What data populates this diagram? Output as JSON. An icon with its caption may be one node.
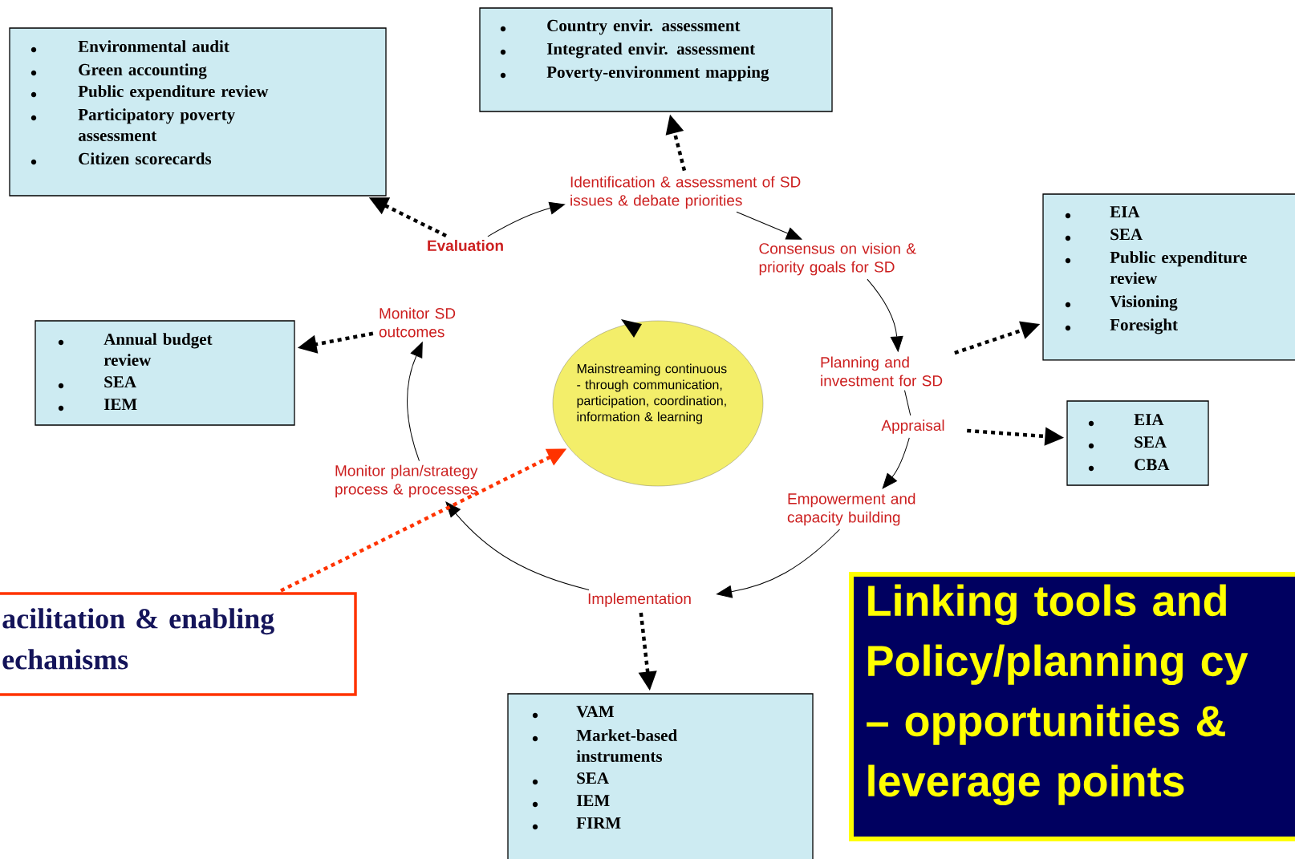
{
  "diagram": {
    "title": "Linking tools and Policy/planning cy – opportunities & leverage points",
    "nodes": [
      {
        "text": [
          "Environmental audit",
          "Green accounting",
          "Public expenditure review",
          "Participatory poverty assessment",
          "Citizen scorecards"
        ]
      },
      {
        "text": [
          "Country envir. assessment",
          "Integrated envir. assessment",
          "Poverty-environment mapping"
        ]
      },
      {
        "text": [
          "Identification & assessment of SD issues & debate priorities"
        ]
      },
      {
        "text": [
          "Evaluation"
        ]
      },
      {
        "text": [
          "Consensus on vision & priority goals for SD"
        ]
      },
      {
        "text": [
          "EIA",
          "SEA",
          "Public expenditure review",
          "Visioning",
          "Foresight"
        ]
      },
      {
        "text": [
          "Monitor SD outcomes"
        ]
      },
      {
        "text": [
          "Annual budget review",
          "SEA",
          "IEM"
        ]
      },
      {
        "text": [
          "Mainstreaming continuous - through communication, participation, coordination, information & learning"
        ]
      },
      {
        "text": [
          "Planning and investment for SD"
        ]
      },
      {
        "text": [
          "Appraisal"
        ]
      },
      {
        "text": [
          "EIA",
          "SEA",
          "CBA"
        ]
      },
      {
        "text": [
          "Monitor plan/strategy process & processes"
        ]
      },
      {
        "text": [
          "Empowerment and capacity building"
        ]
      },
      {
        "text": [
          "acilitation & enabling echanisms"
        ]
      },
      {
        "text": [
          "Implementation"
        ]
      },
      {
        "text": [
          "VAM",
          "Market-based instruments",
          "SEA",
          "IEM",
          "FIRM"
        ]
      }
    ],
    "edges": [
      {
        "from": 3,
        "to": 2,
        "arrow": "to"
      },
      {
        "from": 2,
        "to": 4,
        "arrow": "to"
      },
      {
        "from": 4,
        "to": 9,
        "arrow": "to"
      },
      {
        "from": 9,
        "to": 10,
        "arrow": "none"
      },
      {
        "from": 10,
        "to": 13,
        "arrow": "to"
      },
      {
        "from": 13,
        "to": 15,
        "arrow": "to"
      },
      {
        "from": 15,
        "to": 12,
        "arrow": "to"
      },
      {
        "from": 12,
        "to": 6,
        "arrow": "to"
      },
      {
        "from": 3,
        "to": 0,
        "arrow": "to",
        "style": "dashed"
      },
      {
        "from": 2,
        "to": 1,
        "arrow": "to",
        "style": "dashed"
      },
      {
        "from": 9,
        "to": 5,
        "arrow": "to",
        "style": "dashed"
      },
      {
        "from": 10,
        "to": 11,
        "arrow": "to",
        "style": "dashed"
      },
      {
        "from": 15,
        "to": 16,
        "arrow": "to",
        "style": "dashed"
      },
      {
        "from": 6,
        "to": 7,
        "arrow": "to",
        "style": "dashed"
      },
      {
        "from": 14,
        "to": 8,
        "arrow": "to",
        "style": "dashed",
        "color": "#ff3300"
      }
    ]
  }
}
